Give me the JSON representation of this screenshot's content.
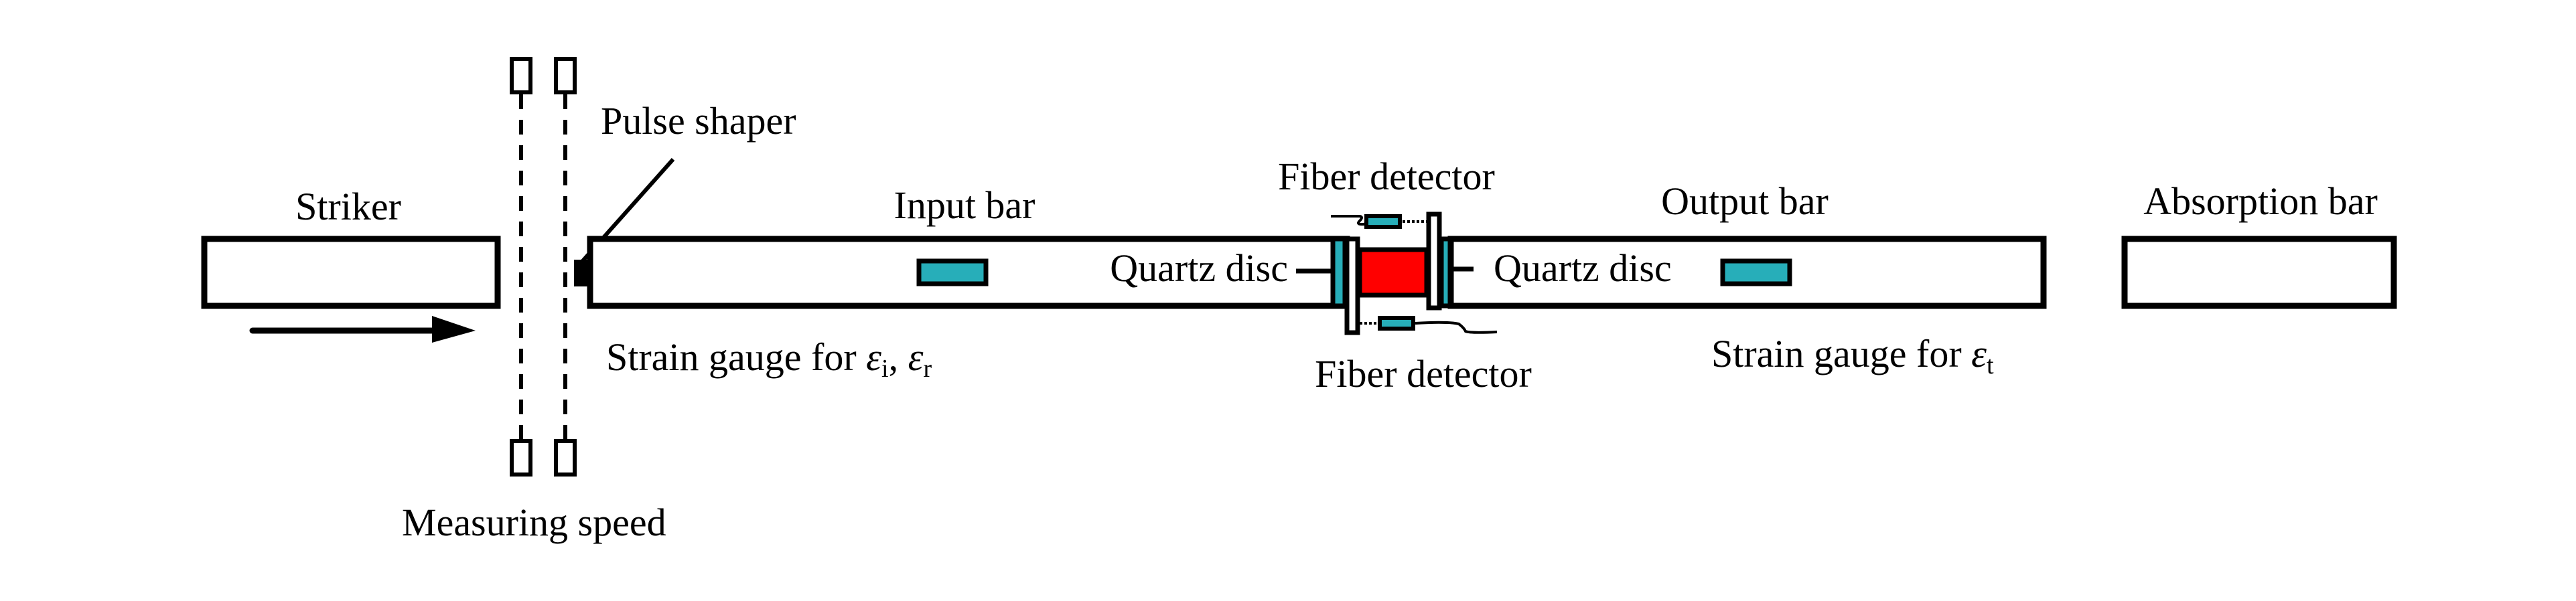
{
  "colors": {
    "stroke": "#000000",
    "gauge": "#27aeb9",
    "specimen": "#ff0000",
    "background": "#ffffff"
  },
  "labels": {
    "striker": "Striker",
    "pulse_shaper": "Pulse shaper",
    "input_bar": "Input bar",
    "fiber_detector_top": "Fiber detector",
    "output_bar": "Output bar",
    "absorption_bar": "Absorption bar",
    "quartz_disc_left": "Quartz disc",
    "quartz_disc_right": "Quartz disc",
    "fiber_detector_bottom": "Fiber detector",
    "strain_gauge_input_prefix": "Strain gauge for ",
    "epsilon": "ε",
    "sub_i": "i",
    "comma": ", ",
    "sub_r": "r",
    "strain_gauge_output_prefix": "Strain gauge for ",
    "sub_t": "t",
    "measuring_speed": "Measuring speed"
  },
  "icons": {
    "impact_direction": "arrow-right-icon",
    "speed_sensor": "light-gate-icon"
  }
}
